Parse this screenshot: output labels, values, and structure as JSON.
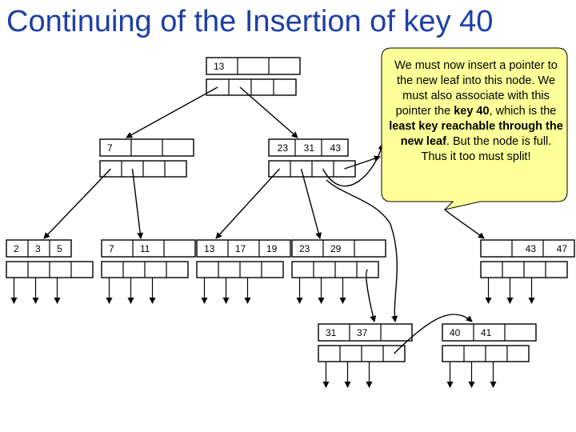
{
  "title": "Continuing of the Insertion of key 40",
  "nodes": {
    "root": [
      "13",
      "",
      ""
    ],
    "left": [
      "7",
      "",
      ""
    ],
    "right": [
      "23",
      "31",
      "43"
    ],
    "leaf_a": [
      "2",
      "3",
      "5"
    ],
    "leaf_b": [
      "7",
      "11",
      ""
    ],
    "leaf_c": [
      "13",
      "17",
      "19"
    ],
    "leaf_d": [
      "23",
      "29",
      ""
    ],
    "leaf_e": [
      "",
      "43",
      "47"
    ],
    "leaf_f": [
      "31",
      "37",
      ""
    ],
    "leaf_g": [
      "40",
      "41",
      ""
    ]
  },
  "callout": {
    "p1": "We must now insert a pointer to the new leaf into this node. We must also associate with this pointer the ",
    "b1": "key 40",
    "p2": ", which is the ",
    "b2": "least key reachable through the new leaf",
    "p3": ". But the node is full. Thus it too must split!"
  },
  "colors": {
    "title": "#1d3fa8",
    "callout_fill": "#ffff99"
  }
}
